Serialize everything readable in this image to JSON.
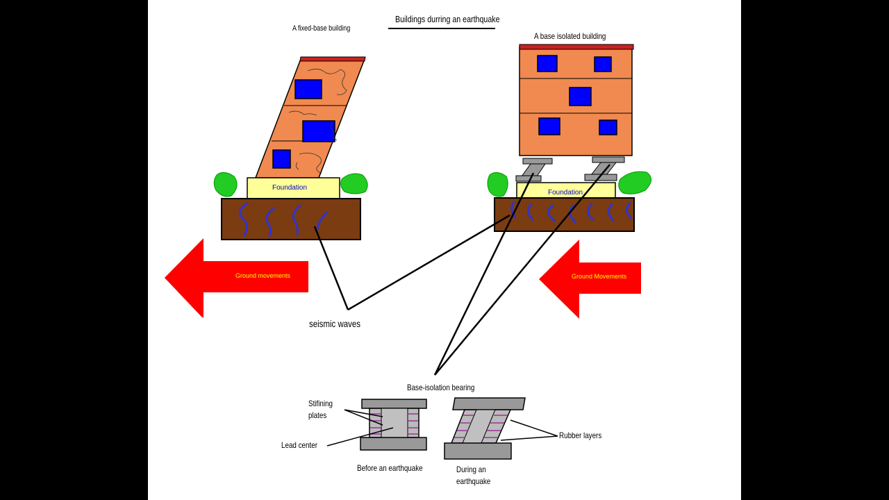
{
  "diagram": {
    "title": "Buildings durring an earthquake",
    "fixed_building_label": "A fixed-base building",
    "isolated_building_label": "A base isolated building",
    "foundation_left": "Foundation",
    "foundation_right": "Foundation",
    "ground_left": "Ground movements",
    "ground_right": "Ground Movements",
    "seismic_waves": "seismic waves",
    "bearing_title": "Base-isolation bearing",
    "stiffening_plates": "Stifining\nplates",
    "lead_center": "Lead center",
    "rubber_layers": "Rubber layers",
    "before_label": "Before an earthquake",
    "during_label": "During an\nearthquake"
  },
  "colors": {
    "background": "#000000",
    "canvas": "#ffffff",
    "building": "#f08a50",
    "window": "#0000ff",
    "roof": "#cc2020",
    "foundation": "#ffff99",
    "ground": "#7a3c10",
    "wave": "#3333cc",
    "bush": "#22cc22",
    "arrow": "#ff0000",
    "bearing": "#999999",
    "rubber": "#993399"
  }
}
